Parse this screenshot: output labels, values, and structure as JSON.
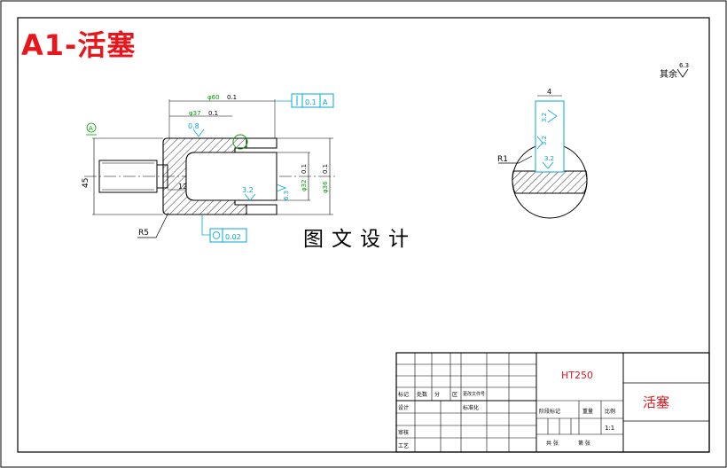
{
  "title": "A1-活塞",
  "watermark": "图文设计",
  "surface_note": {
    "label": "其余",
    "value": "6.3"
  },
  "front_view": {
    "datum": "A",
    "height_dim": "45",
    "dia_60": "φ60",
    "dia_60_tol": "0.1",
    "dia_37": "φ37",
    "dia_37_tol": "0.1",
    "perp_tol_value": "0.1",
    "perp_tol_datum": "A",
    "rough_top": "0.8",
    "rough_mid": "3.2",
    "rough_right": "6.3",
    "inner_dia": "φ32",
    "inner_dia_tol": "0.1",
    "outer_dia": "φ36",
    "outer_dia_tol": "0.1",
    "dim_12": "12",
    "radius": "R5",
    "cyl_tol": "0.02"
  },
  "side_view": {
    "width_dim": "4",
    "rough_top": "3.2",
    "rough_mid": "3.2",
    "rough_bottom": "3.2",
    "radius": "R1"
  },
  "title_block": {
    "material": "HT250",
    "part_name": "活塞",
    "row_labels": [
      "标记",
      "处数",
      "分",
      "区",
      "更改文件号"
    ],
    "design": "设计",
    "standardization": "标准化",
    "review": "审核",
    "process": "工艺",
    "stage_label": "阶段标记",
    "weight": "重量",
    "scale": "比例",
    "scale_value": "1:1",
    "sheet_info": [
      "共 张",
      "第 张"
    ]
  },
  "colors": {
    "line": "#000000",
    "dim": "#00a000",
    "cyan": "#00a8d8",
    "red": "#e8161b"
  }
}
